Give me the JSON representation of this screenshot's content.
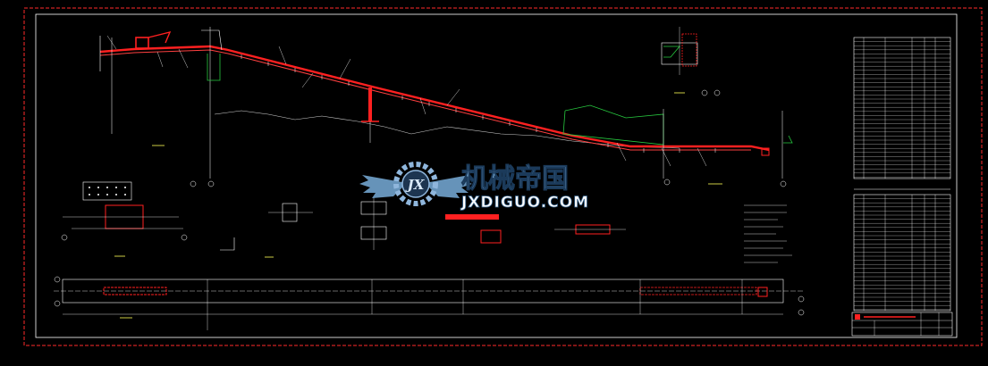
{
  "drawing": {
    "background": "#000000",
    "frame_color": "#ff2a2a",
    "conveyor_color": "#ff2020",
    "line_color": "#ffffff",
    "accent_green": "#27c93f",
    "accent_yellow": "#ffff55"
  },
  "watermark": {
    "logo_letters": "JX",
    "name_cn": "机械帝国",
    "site": "JXDIGUO.COM",
    "color_cn": "#6f9fc9",
    "color_site": "#ffffff"
  }
}
